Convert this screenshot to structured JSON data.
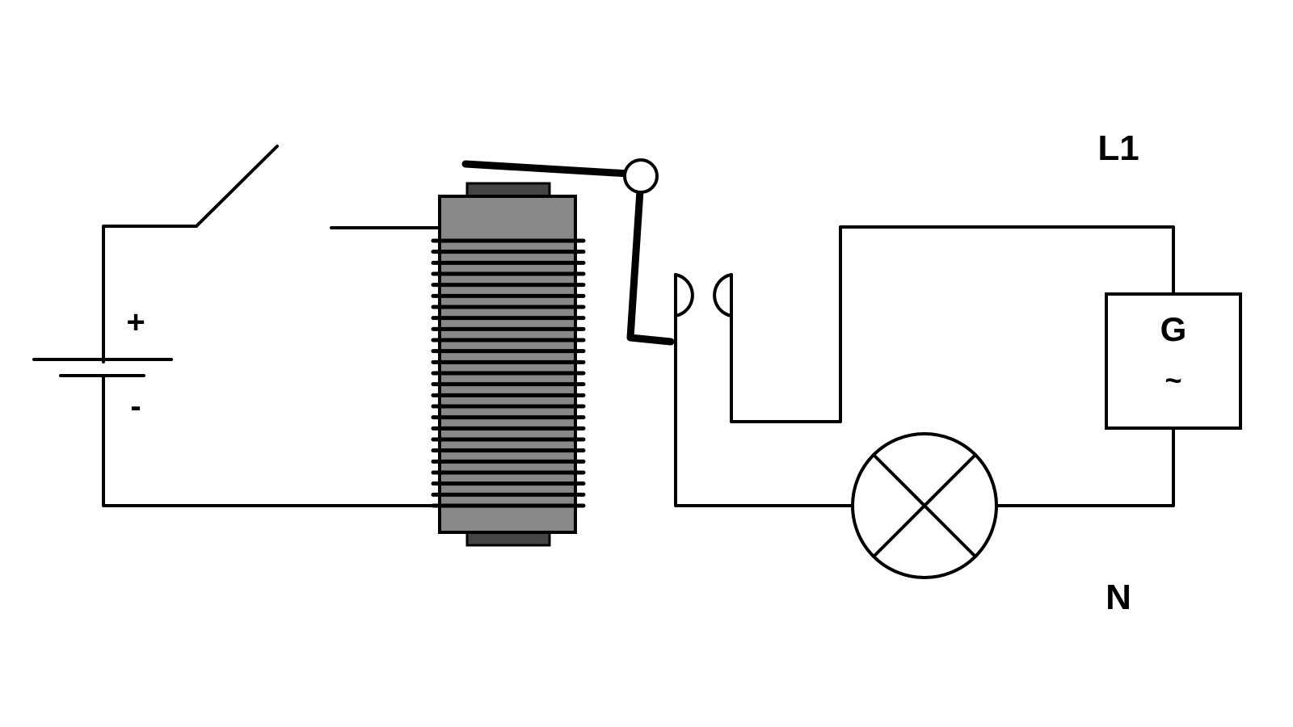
{
  "labels": {
    "line": "L1",
    "neutral": "N",
    "generator_symbol": "G",
    "generator_ac": "~",
    "battery_positive": "+",
    "battery_negative": "-"
  },
  "colors": {
    "background": "#ffffff",
    "stroke": "#000000",
    "coil_body": "#888888",
    "coil_cap": "#444444"
  },
  "components": {
    "battery": "battery-symbol",
    "switch": "open-switch",
    "relay": "relay-coil-with-iron-core",
    "armature": "pivoting-armature-lever",
    "contacts": "open-relay-contacts",
    "lamp": "lamp-symbol",
    "generator": "ac-generator"
  },
  "state": {
    "switch": "open",
    "relay_contacts": "open"
  }
}
